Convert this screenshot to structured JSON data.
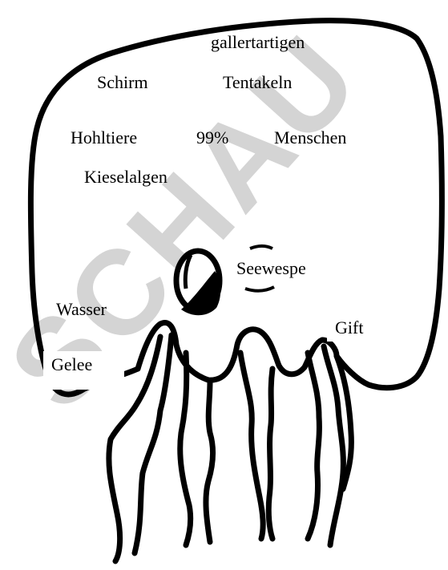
{
  "words": {
    "gallertartigen": "gallertartigen",
    "schirm": "Schirm",
    "tentakeln": "Tentakeln",
    "hohltiere": "Hohltiere",
    "percent": "99%",
    "menschen": "Menschen",
    "kieselalgen": "Kieselalgen",
    "seewespe": "Seewespe",
    "wasser": "Wasser",
    "gift": "Gift",
    "gelee": "Gelee"
  },
  "watermark": {
    "text": "SCHAU",
    "color": "#d4d4d4"
  },
  "colors": {
    "outline": "#000000",
    "background": "#ffffff"
  }
}
